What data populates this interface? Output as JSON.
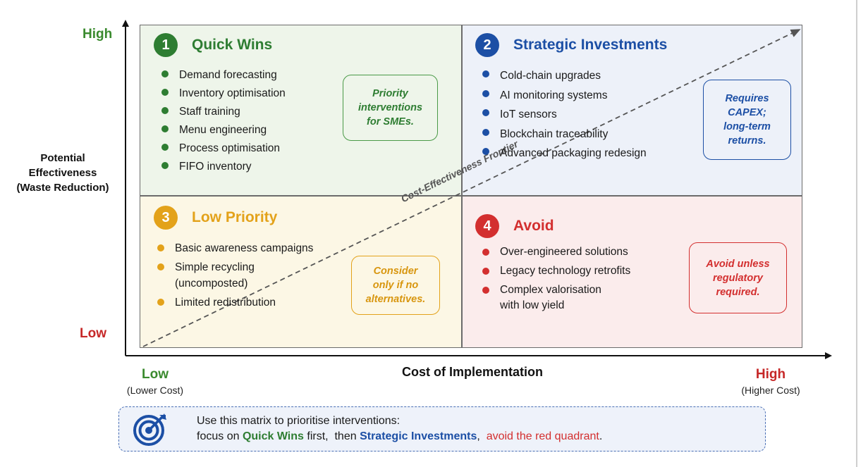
{
  "y_axis": {
    "high_label": "High",
    "low_label": "Low",
    "title_lines": [
      "Potential",
      "Effectiveness",
      "(Waste Reduction)"
    ]
  },
  "x_axis": {
    "low_label": "Low",
    "low_sub": "(Lower Cost)",
    "high_label": "High",
    "high_sub": "(Higher Cost)",
    "title": "Cost of Implementation"
  },
  "frontier_label": "Cost-Effectiveness Frontier",
  "quadrants": [
    {
      "number": "1",
      "title": "Quick Wins",
      "color": "#2e7d32",
      "items": [
        "Demand forecasting",
        "Inventory optimisation",
        "Staff training",
        "Menu engineering",
        "Process optimisation",
        "FIFO inventory"
      ],
      "note": "Priority\ninterventions\nfor SMEs."
    },
    {
      "number": "2",
      "title": "Strategic Investments",
      "color": "#1c4fa5",
      "items": [
        "Cold-chain upgrades",
        "AI monitoring systems",
        "IoT sensors",
        "Blockchain traceability",
        "Advanced packaging redesign"
      ],
      "note": "Requires\nCAPEX;\nlong-term\nreturns."
    },
    {
      "number": "3",
      "title": "Low Priority",
      "color": "#e3a21a",
      "items": [
        "Basic awareness campaigns",
        "Simple recycling\n(uncomposted)",
        "Limited redistribution"
      ],
      "note": "Consider\nonly if no\nalternatives."
    },
    {
      "number": "4",
      "title": "Avoid",
      "color": "#d32f2f",
      "items": [
        "Over-engineered solutions",
        "Legacy technology retrofits",
        "Complex valorisation\nwith low yield"
      ],
      "note": "Avoid unless\nregulatory\nrequired."
    }
  ],
  "banner": {
    "icon": "target-icon",
    "line1": "Use this matrix to prioritise interventions:",
    "line2_prefix": "focus on ",
    "line2_quick": "Quick Wins",
    "line2_mid1": " first,  then ",
    "line2_strategic": "Strategic Investments",
    "line2_mid2": ",  ",
    "line2_avoid": "avoid the red quadrant",
    "line2_end": "."
  }
}
